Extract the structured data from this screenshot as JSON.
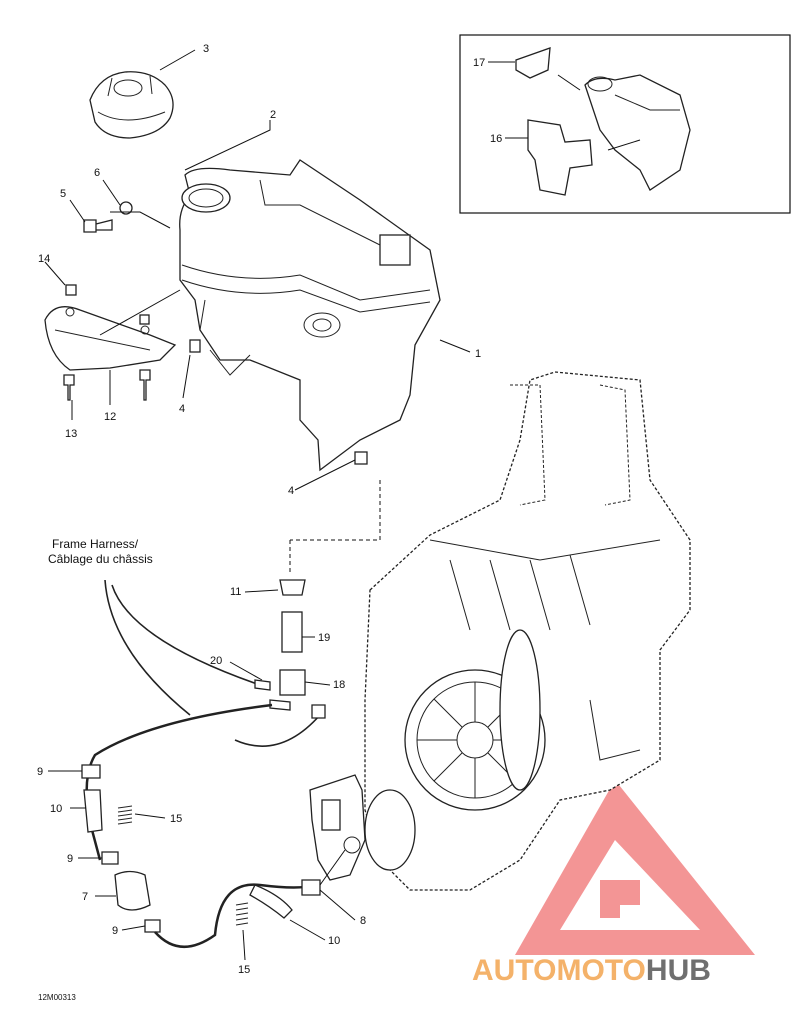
{
  "callouts": [
    {
      "id": "c3",
      "text": "3"
    },
    {
      "id": "c2",
      "text": "2"
    },
    {
      "id": "c6",
      "text": "6"
    },
    {
      "id": "c5",
      "text": "5"
    },
    {
      "id": "c14",
      "text": "14"
    },
    {
      "id": "c1",
      "text": "1"
    },
    {
      "id": "c12",
      "text": "12"
    },
    {
      "id": "c13",
      "text": "13"
    },
    {
      "id": "c4a",
      "text": "4"
    },
    {
      "id": "c4b",
      "text": "4"
    },
    {
      "id": "c17",
      "text": "17"
    },
    {
      "id": "c16",
      "text": "16"
    },
    {
      "id": "c11",
      "text": "11"
    },
    {
      "id": "c19",
      "text": "19"
    },
    {
      "id": "c20",
      "text": "20"
    },
    {
      "id": "c18",
      "text": "18"
    },
    {
      "id": "c9a",
      "text": "9"
    },
    {
      "id": "c10a",
      "text": "10"
    },
    {
      "id": "c15a",
      "text": "15"
    },
    {
      "id": "c9b",
      "text": "9"
    },
    {
      "id": "c7",
      "text": "7"
    },
    {
      "id": "c9c",
      "text": "9"
    },
    {
      "id": "c8",
      "text": "8"
    },
    {
      "id": "c10b",
      "text": "10"
    },
    {
      "id": "c15b",
      "text": "15"
    }
  ],
  "frame_harness_label": {
    "line1": "Frame Harness/",
    "line2": "Câblage du châssis"
  },
  "drawing_code": "12M00313",
  "watermark": {
    "part1": "AUTO",
    "part2": "MOTO",
    "part3": "HUB",
    "triangle_color": "#f07070",
    "text_color_light": "#f4b26a",
    "text_color_dark": "#6f6f6f"
  }
}
